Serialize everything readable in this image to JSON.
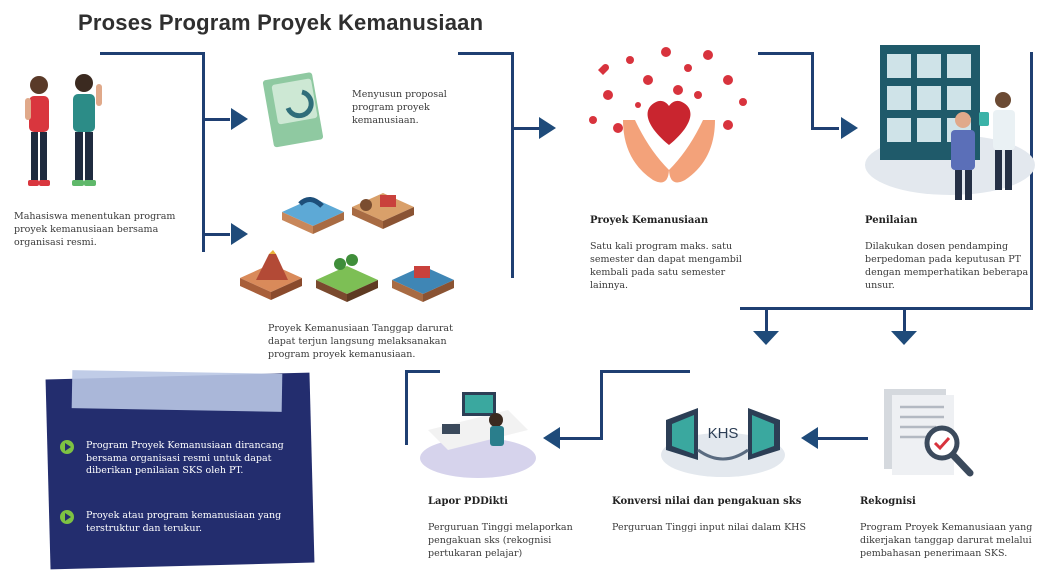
{
  "title": "Proses Program Proyek Kemanusiaan",
  "steps": {
    "mahasiswa": {
      "text": "Mahasiswa menentukan program proyek kemanusiaan bersama organisasi resmi."
    },
    "proposal": {
      "text": "Menyusun proposal program proyek kemanusiaan."
    },
    "tanggap": {
      "text": "Proyek Kemanusiaan Tanggap darurat dapat terjun langsung melaksanakan program proyek kemanusiaan."
    },
    "proyek": {
      "title": "Proyek Kemanusiaan",
      "text": "Satu kali program maks. satu semester dan dapat mengambil kembali pada satu semester lainnya."
    },
    "penilaian": {
      "title": "Penilaian",
      "text": "Dilakukan dosen pendamping berpedoman pada keputusan PT dengan memperhatikan beberapa unsur."
    },
    "rekognisi": {
      "title": "Rekognisi",
      "text": "Program Proyek Kemanusiaan yang dikerjakan tanggap darurat melalui pembahasan penerimaan SKS."
    },
    "konversi": {
      "title": "Konversi nilai dan pengakuan sks",
      "text": "Perguruan Tinggi input nilai dalam KHS"
    },
    "lapor": {
      "title": "Lapor PDDikti",
      "text": "Perguruan Tinggi melaporkan pengakuan sks (rekognisi pertukaran pelajar)"
    }
  },
  "khs_label": "KHS",
  "notes": [
    "Program Proyek Kemanusiaan dirancang bersama organisasi resmi untuk dapat diberikan penilaian SKS oleh PT.",
    "Proyek atau program kemanusiaan yang terstruktur dan terukur."
  ],
  "colors": {
    "navy": "#1f3f72",
    "accent_green": "#7dc242",
    "box": "#232d6e",
    "heart": "#d8333d"
  }
}
